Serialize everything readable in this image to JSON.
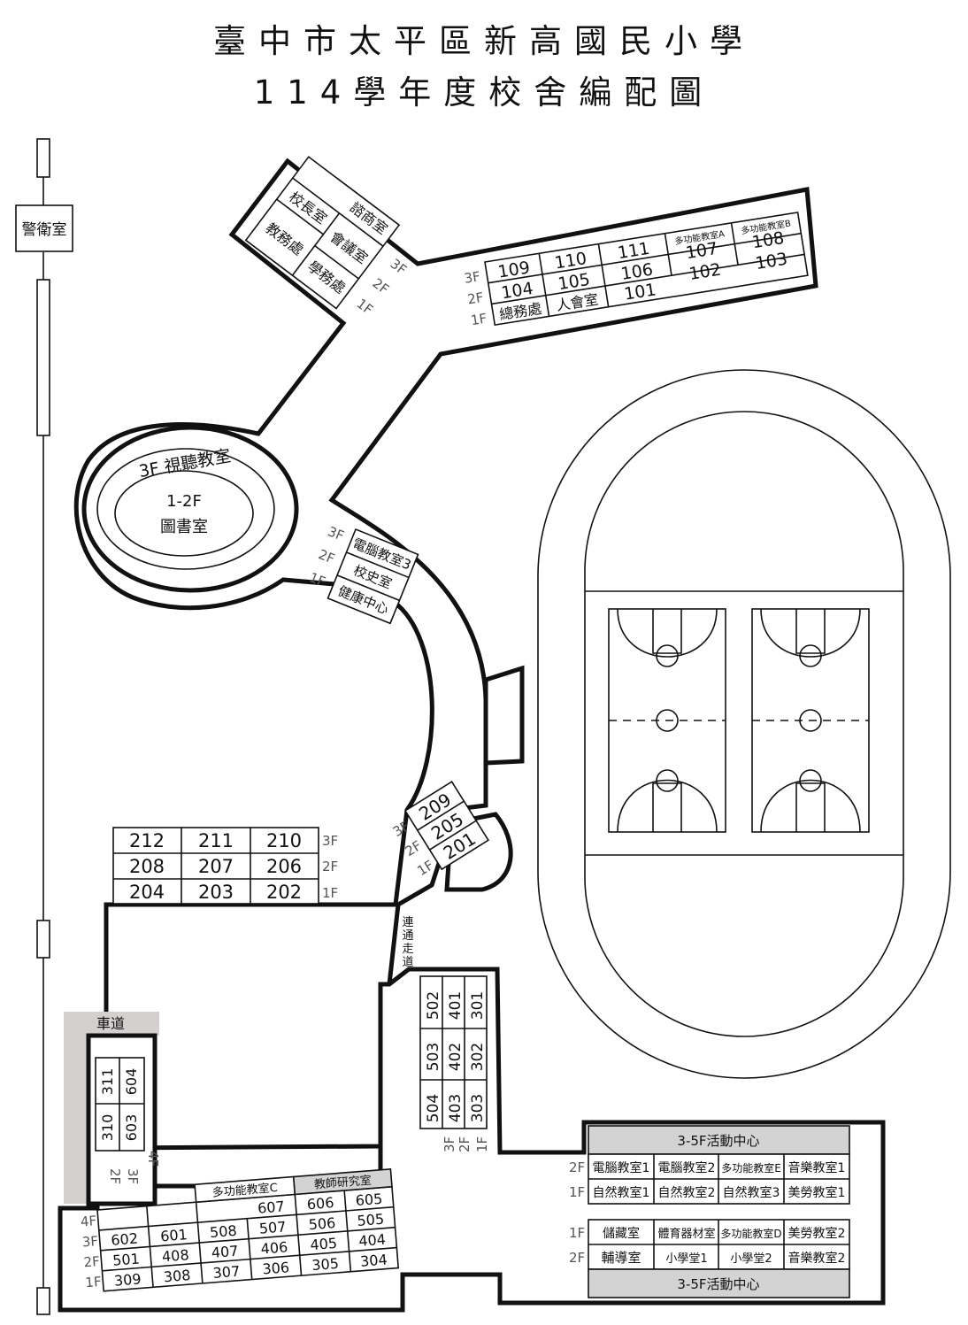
{
  "title": {
    "line1": "臺中市太平區新高國民小學",
    "line2": "114學年度校舍編配圖"
  },
  "guard_room": "警衛室",
  "admin_wing": {
    "consult": "諮商室",
    "principal": "校長室",
    "academic": "教務處",
    "meeting": "會議室",
    "student_affairs": "學務處",
    "floors": [
      "3F",
      "2F",
      "1F"
    ]
  },
  "north_wing": {
    "floors": [
      "3F",
      "2F",
      "1F"
    ],
    "row_3f": [
      "109",
      "110",
      "111",
      "多功能教室A",
      "多功能教室B"
    ],
    "row_3f_b": [
      "108"
    ],
    "row_2f": [
      "104",
      "105",
      "106",
      "107",
      "103"
    ],
    "row_2f_b": [
      "102"
    ],
    "row_1f": [
      "總務處",
      "人會室",
      "101"
    ]
  },
  "library": {
    "floor3": "3F 視聽教室",
    "floor12": "1-2F",
    "name": "圖書室"
  },
  "mid_block": {
    "floors": [
      "3F",
      "2F",
      "1F"
    ],
    "rooms": [
      "電腦教室3",
      "校史室",
      "健康中心"
    ]
  },
  "west_block": {
    "rows": [
      {
        "floor": "3F",
        "rooms": [
          "212",
          "211",
          "210"
        ]
      },
      {
        "floor": "2F",
        "rooms": [
          "208",
          "207",
          "206"
        ]
      },
      {
        "floor": "1F",
        "rooms": [
          "204",
          "203",
          "202"
        ]
      }
    ]
  },
  "corner_block": {
    "floors": [
      "3F",
      "2F",
      "1F"
    ],
    "rooms": [
      "209",
      "205",
      "201"
    ]
  },
  "corridor": "連通走道",
  "central_block": {
    "floors": [
      "3F",
      "2F",
      "1F"
    ],
    "col_3f": [
      "504",
      "503",
      "502"
    ],
    "col_2f": [
      "403",
      "402",
      "401"
    ],
    "col_1f": [
      "303",
      "302",
      "301"
    ]
  },
  "driveway": "車道",
  "south_wing": {
    "col_top": [
      "311",
      "310"
    ],
    "col_bottom": [
      "604",
      "603"
    ],
    "floors": [
      "2F",
      "3F",
      "4F"
    ],
    "floor_labels": [
      "4F",
      "3F",
      "2F",
      "1F"
    ],
    "top_labels": [
      "多功能教室C",
      "教師研究室"
    ],
    "row_4f": [
      "607",
      "606",
      "605"
    ],
    "row_3f": [
      "602",
      "601",
      "508",
      "507",
      "506",
      "505"
    ],
    "row_2f": [
      "501",
      "408",
      "407",
      "406",
      "405",
      "404"
    ],
    "row_1f": [
      "309",
      "308",
      "307",
      "306",
      "305",
      "304"
    ]
  },
  "activity_top": {
    "header": "3-5F活動中心",
    "row_2f": {
      "floor": "2F",
      "rooms": [
        "電腦教室1",
        "電腦教室2",
        "多功能教室E",
        "音樂教室1"
      ]
    },
    "row_1f": {
      "floor": "1F",
      "rooms": [
        "自然教室1",
        "自然教室2",
        "自然教室3",
        "美勞教室1"
      ]
    }
  },
  "activity_bottom": {
    "row_1f": {
      "floor": "1F",
      "rooms": [
        "儲藏室",
        "體育器材室",
        "多功能教室D",
        "美勞教室2"
      ]
    },
    "row_2f": {
      "floor": "2F",
      "rooms": [
        "輔導室",
        "小學堂1",
        "小學堂2",
        "音樂教室2"
      ]
    },
    "footer": "3-5F活動中心"
  }
}
